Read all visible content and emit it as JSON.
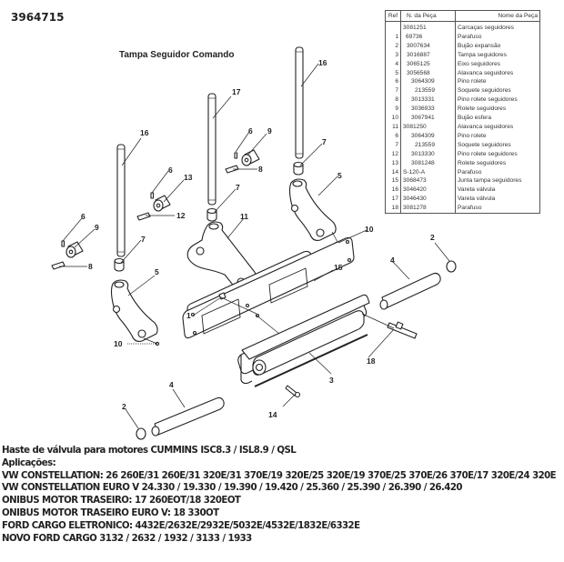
{
  "header": {
    "code": "3964715",
    "diagram_title": "Tampa Seguidor Comando"
  },
  "parts_table": {
    "columns": [
      "Ref",
      "N. da Peça",
      "Nome da Peça"
    ],
    "rows": [
      {
        "ref": "",
        "num": "3081251",
        "name": "Carcaças seguidores"
      },
      {
        "ref": "1",
        "num": "69736",
        "name": "Parafuso"
      },
      {
        "ref": "2",
        "num": "3007634",
        "name": "Bujão expansão"
      },
      {
        "ref": "3",
        "num": "3016887",
        "name": "Tampa seguidores"
      },
      {
        "ref": "4",
        "num": "3065125",
        "name": "Eixo seguidores"
      },
      {
        "ref": "5",
        "num": "3056568",
        "name": "Alavanca seguidores"
      },
      {
        "ref": "6",
        "num": "3064309",
        "name": "Pino rolete"
      },
      {
        "ref": "7",
        "num": "213559",
        "name": "Soquete seguidores"
      },
      {
        "ref": "8",
        "num": "3013331",
        "name": "Pino rolete seguidores"
      },
      {
        "ref": "9",
        "num": "3036933",
        "name": "Rolete seguidores"
      },
      {
        "ref": "10",
        "num": "3067941",
        "name": "Bujão esfera"
      },
      {
        "ref": "11",
        "num": "3081250",
        "name": "Alavanca seguidores"
      },
      {
        "ref": "6",
        "num": "3064309",
        "name": "Pino rolete"
      },
      {
        "ref": "7",
        "num": "213559",
        "name": "Soquete seguidores"
      },
      {
        "ref": "12",
        "num": "3013330",
        "name": "Pino rolete seguidores"
      },
      {
        "ref": "13",
        "num": "3081248",
        "name": "Rolete seguidores"
      },
      {
        "ref": "14",
        "num": "S-120-A",
        "name": "Parafuso"
      },
      {
        "ref": "15",
        "num": "3068473",
        "name": "Junta tampa seguidores"
      },
      {
        "ref": "16",
        "num": "3046420",
        "name": "Vareta válvula"
      },
      {
        "ref": "17",
        "num": "3046430",
        "name": "Vareta válvula"
      },
      {
        "ref": "18",
        "num": "3081278",
        "name": "Parafuso"
      }
    ]
  },
  "callouts": {
    "c16a": "16",
    "c17": "17",
    "c16b": "16",
    "c6a": "6",
    "c13": "13",
    "c12": "12",
    "c6b": "6",
    "c9a": "9",
    "c8a": "8",
    "c7a": "7",
    "c5a": "5",
    "c10a": "10",
    "c6c": "6",
    "c9b": "9",
    "c8b": "8",
    "c7b": "7",
    "c11": "11",
    "c7c": "7",
    "c5b": "5",
    "c10b": "10",
    "c15": "15",
    "c1": "1",
    "c3": "3",
    "c14": "14",
    "c18": "18",
    "c4a": "4",
    "c2a": "2",
    "c4b": "4",
    "c2b": "2"
  },
  "applications": {
    "line1": "Haste de válvula para motores CUMMINS ISC8.3 / ISL8.9 / QSL",
    "line2": "Aplicações:",
    "line3": "VW CONSTELLATION: 26 260E/31 260E/31 320E/31 370E/19 320E/25 320E/19 370E/25 370E/26 370E/17 320E/24 320E",
    "line4": "VW CONSTELLATION EURO V  24.330 / 19.330 / 19.390 / 19.420 / 25.360 / 25.390 / 26.390 / 26.420",
    "line5": "ONIBUS MOTOR TRASEIRO: 17 260EOT/18 320EOT",
    "line6": "ONIBUS MOTOR TRASEIRO EURO V: 18 330OT",
    "line7": "FORD CARGO ELETRONICO: 4432E/2632E/2932E/5032E/4532E/1832E/6332E",
    "line8": "NOVO FORD CARGO   3132 / 2632 / 1932 / 3133 / 1933"
  }
}
